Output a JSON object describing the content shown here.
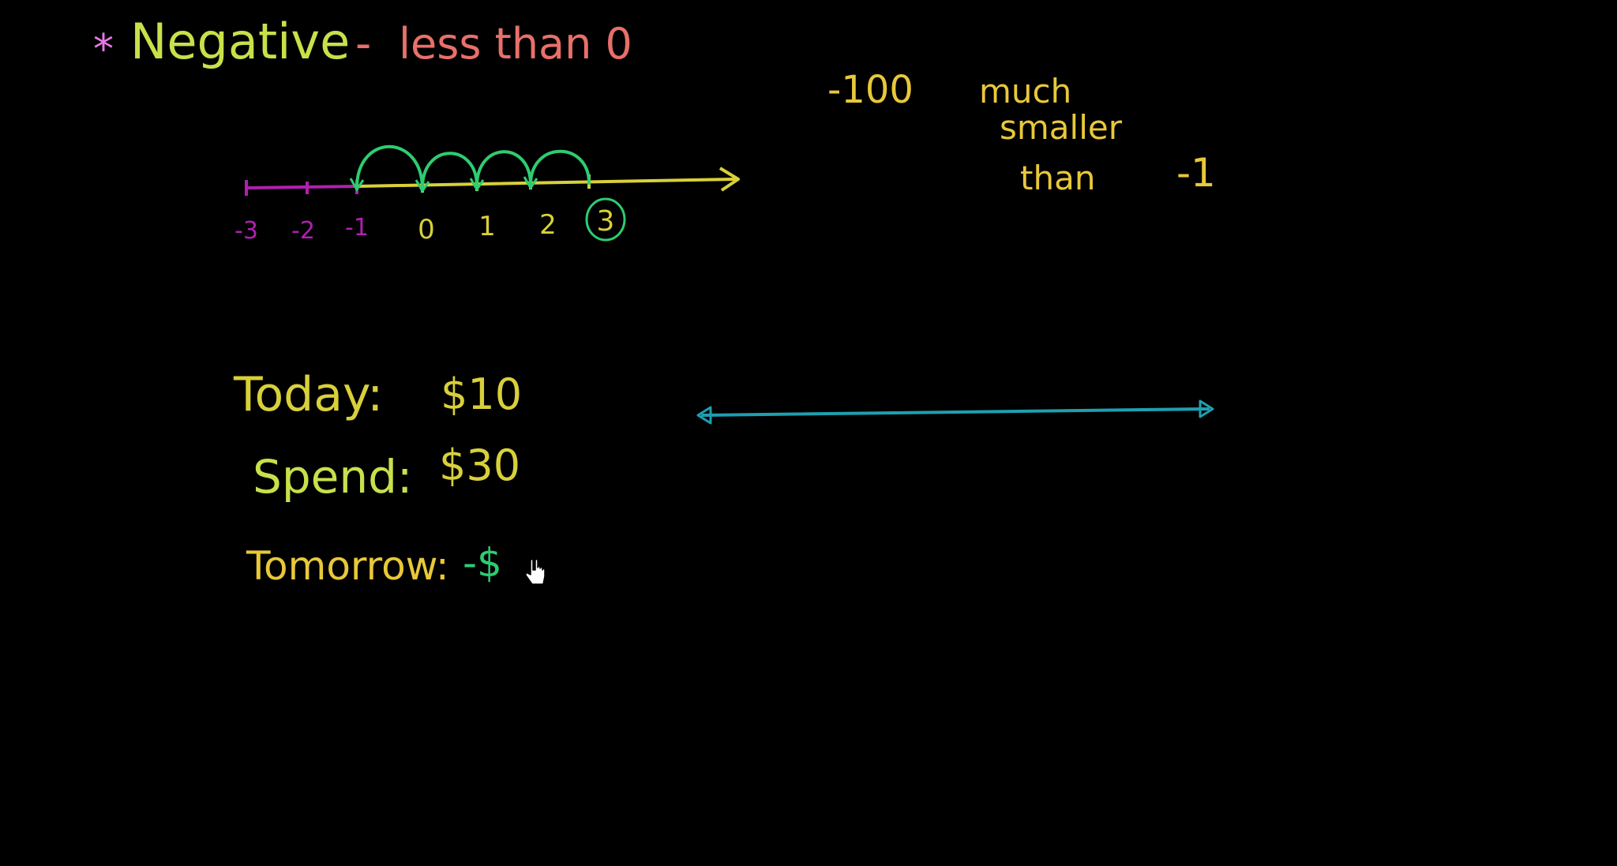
{
  "title": {
    "asterisk": "*",
    "word": "Negative",
    "dash": "-",
    "definition": "less than 0"
  },
  "number_line_1": {
    "tick_labels": [
      "-3",
      "-2",
      "-1",
      "0",
      "1",
      "2",
      "3"
    ],
    "circled_label": "3",
    "hop_count": 4
  },
  "comparison": {
    "left_value": "-100",
    "phrase_line1": "much",
    "phrase_line2": "smaller",
    "phrase_line3": "than",
    "right_value": "-1"
  },
  "money": {
    "today_label": "Today:",
    "today_value": "$10",
    "spend_label": "Spend:",
    "spend_value": "$30",
    "tomorrow_label": "Tomorrow:",
    "tomorrow_value": "-$"
  },
  "colors": {
    "background": "#000000",
    "pink": "#e67ae6",
    "lime": "#c8e04a",
    "salmon": "#e8706a",
    "yellow": "#e8c83a",
    "magenta": "#b020b0",
    "green": "#2ecc71",
    "teal": "#1e9fb0",
    "cursor": "#ffffff"
  }
}
